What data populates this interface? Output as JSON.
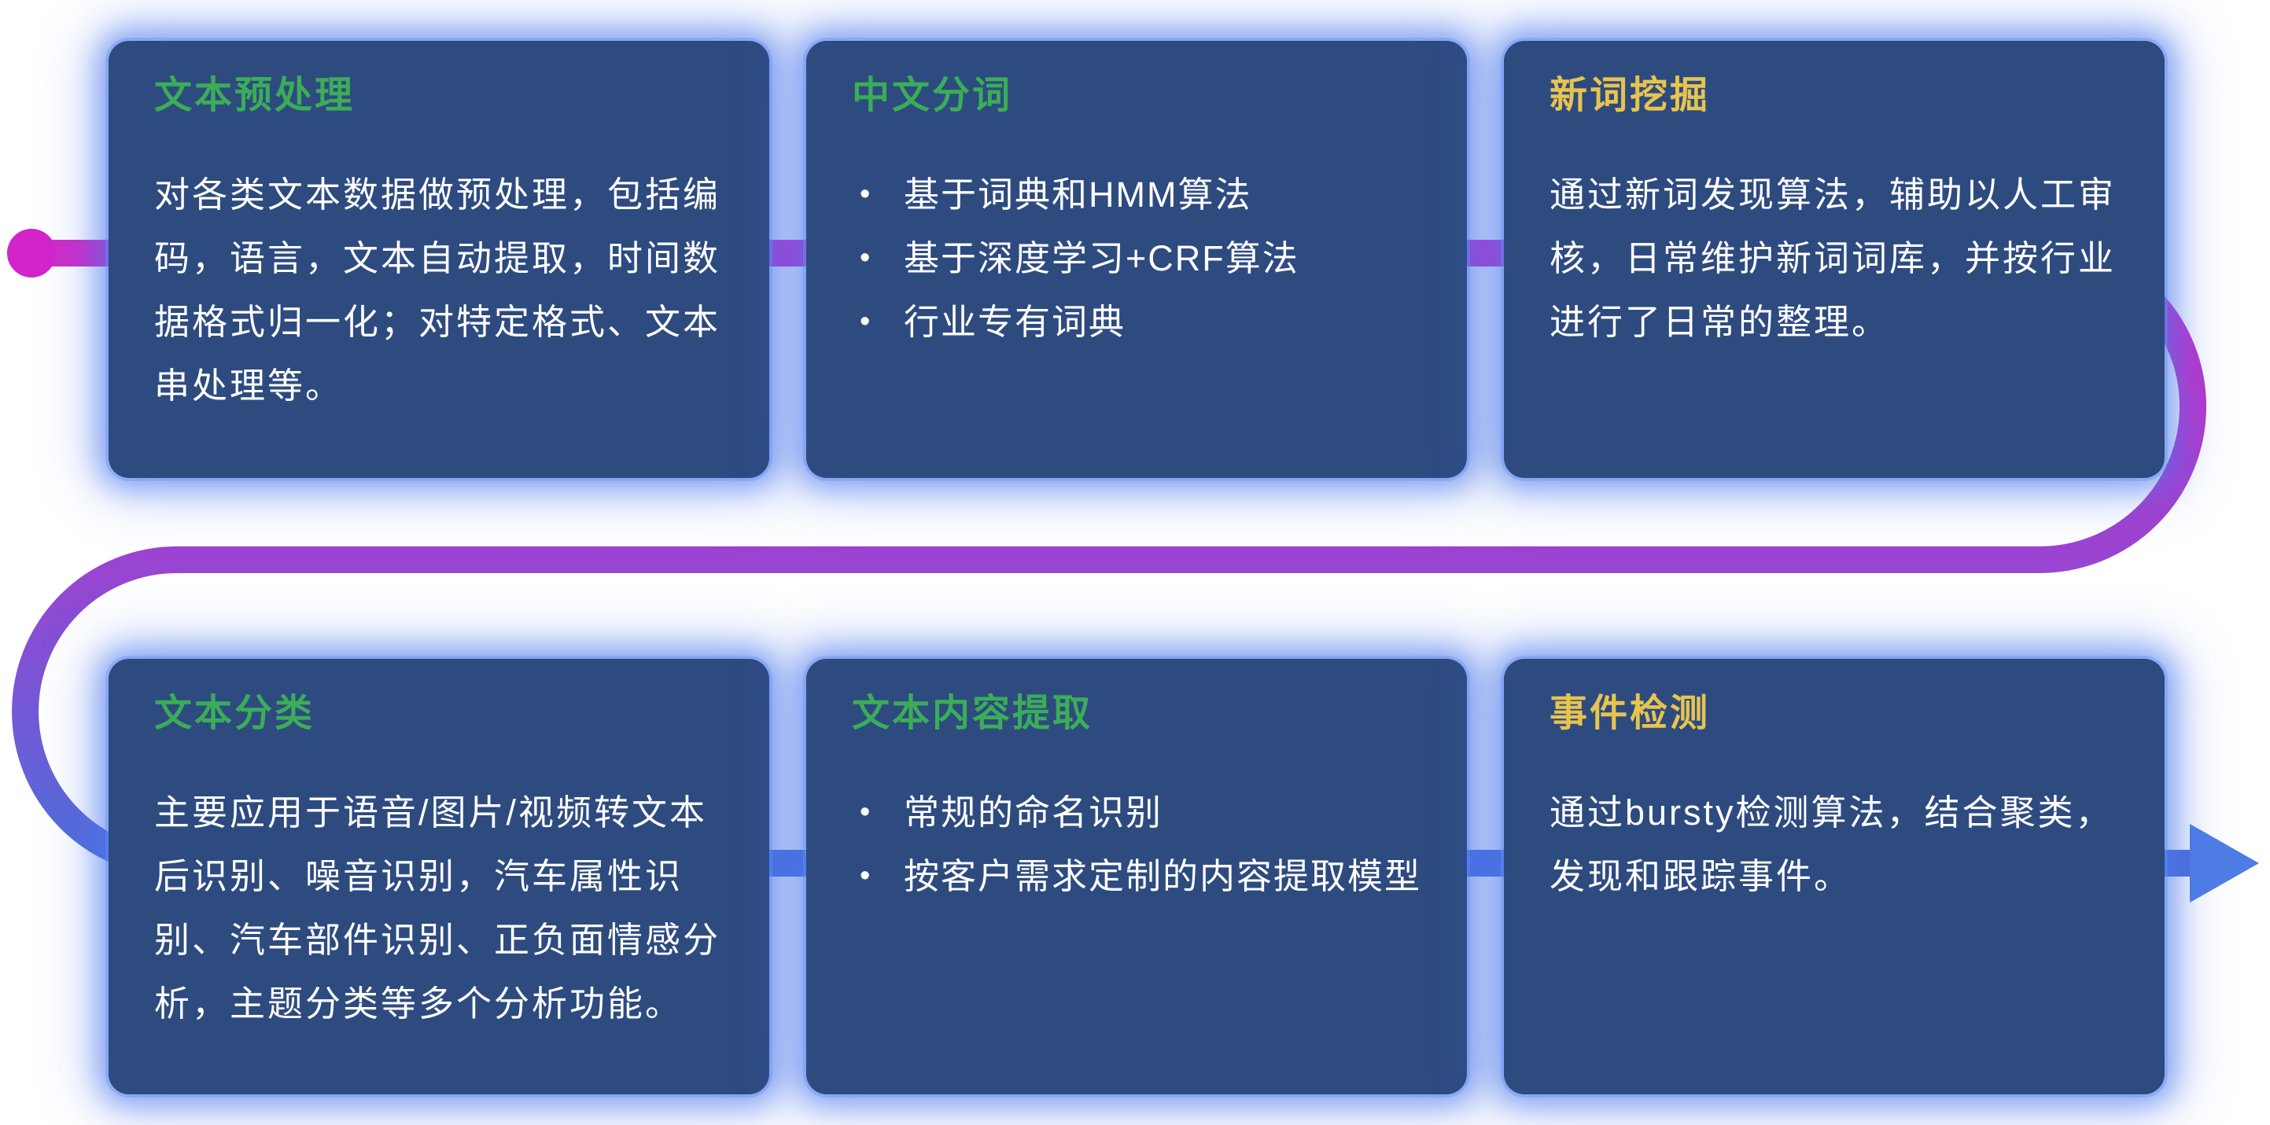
{
  "page": {
    "background": "#ffffff"
  },
  "theme": {
    "card_bg": "#2e4b80",
    "card_glow": "#4a76ec",
    "green_title": "#3bad58",
    "yellow_title": "#e6c44e",
    "body_text": "#ffffff"
  },
  "flow": {
    "gradient": [
      "#d22bc7",
      "#9a44d1",
      "#4b70da"
    ],
    "start_color": "#d324c9",
    "arrow_color": "#4f7de5"
  },
  "cards": [
    {
      "title": "文本预处理",
      "title_color": "#3bad58",
      "body": "对各类文本数据做预处理，包括编码，语言，文本自动提取，时间数据格式归一化；对特定格式、文本串处理等。"
    },
    {
      "title": "中文分词",
      "title_color": "#3bad58",
      "bullets": [
        "基于词典和HMM算法",
        "基于深度学习+CRF算法",
        "行业专有词典"
      ]
    },
    {
      "title": "新词挖掘",
      "title_color": "#e6c44e",
      "body": "通过新词发现算法，辅助以人工审核，日常维护新词词库，并按行业进行了日常的整理。"
    },
    {
      "title": "文本分类",
      "title_color": "#3bad58",
      "body": "主要应用于语音/图片/视频转文本后识别、噪音识别，汽车属性识别、汽车部件识别、正负面情感分析，主题分类等多个分析功能。"
    },
    {
      "title": "文本内容提取",
      "title_color": "#3bad58",
      "bullets": [
        "常规的命名识别",
        "按客户需求定制的内容提取模型"
      ]
    },
    {
      "title": "事件检测",
      "title_color": "#e6c44e",
      "body": "通过bursty检测算法，结合聚类，发现和跟踪事件。"
    }
  ]
}
